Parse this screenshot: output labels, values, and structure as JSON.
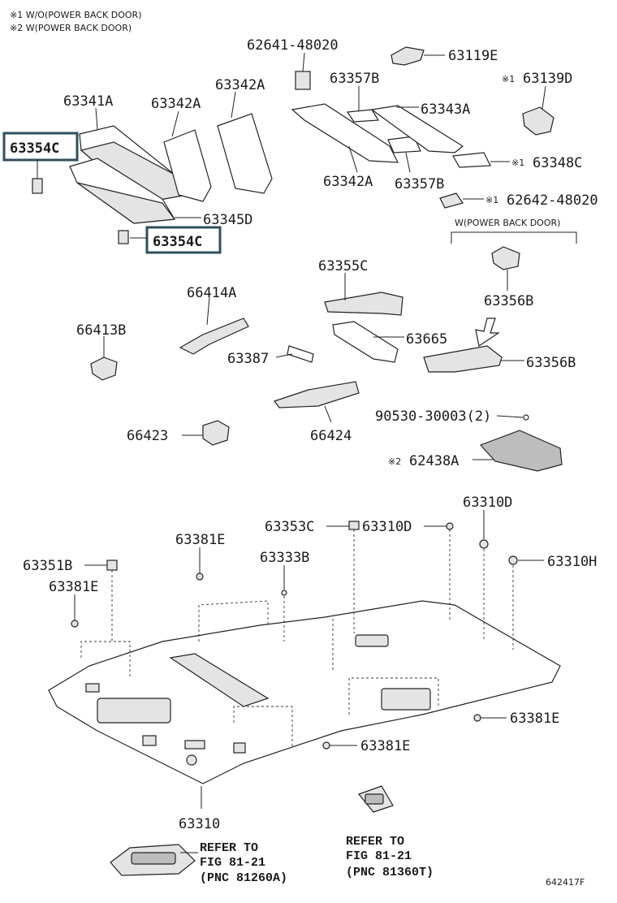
{
  "notes": {
    "note1": "※1 W/O(POWER BACK DOOR)",
    "note2": "※2 W(POWER BACK DOOR)",
    "group_label": "W(POWER BACK DOOR)"
  },
  "parts": {
    "p62641_48020": "62641-48020",
    "p63119E": "63119E",
    "p63139D": "63139D",
    "p63341A": "63341A",
    "p63342A_1": "63342A",
    "p63342A_2": "63342A",
    "p63342A_3": "63342A",
    "p63357B_1": "63357B",
    "p63357B_2": "63357B",
    "p63343A": "63343A",
    "p63348C": "63348C",
    "p62642_48020": "62642-48020",
    "p63354C_1": "63354C",
    "p63354C_2": "63354C",
    "p63345D": "63345D",
    "p63355C": "63355C",
    "p66414A": "66414A",
    "p63356B_1": "63356B",
    "p63356B_2": "63356B",
    "p66413B": "66413B",
    "p63665": "63665",
    "p63387": "63387",
    "p90530_30003": "90530-30003(2)",
    "p66423": "66423",
    "p66424": "66424",
    "p62438A": "62438A",
    "p63310D": "63310D",
    "p63353C": "63353C",
    "p63310D_2": "63310D",
    "p63381E_1": "63381E",
    "p63333B": "63333B",
    "p63310H": "63310H",
    "p63351B": "63351B",
    "p63381E_2": "63381E",
    "p63381E_3": "63381E",
    "p63381E_4": "63381E",
    "p63310": "63310"
  },
  "marks": {
    "m1a": "※1",
    "m1b": "※1",
    "m1c": "※1",
    "m2": "※2"
  },
  "refs": {
    "left": {
      "line1": "REFER TO",
      "line2": "FIG 81-21",
      "line3": "(PNC 81260A)"
    },
    "right": {
      "line1": "REFER TO",
      "line2": "FIG 81-21",
      "line3": "(PNC 81360T)"
    }
  },
  "diagram_id": "642417F"
}
